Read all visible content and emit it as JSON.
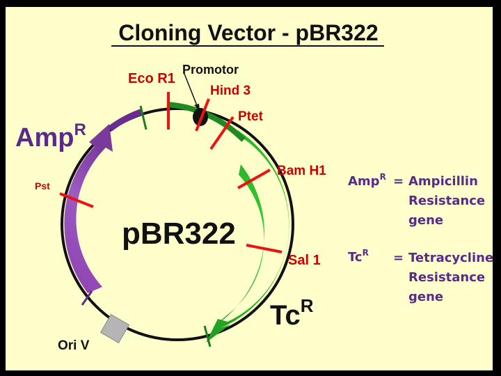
{
  "title": "Cloning Vector - pBR322",
  "plasmid_name": "pBR322",
  "sites": {
    "eco_r1": "Eco R1",
    "promotor": "Promotor",
    "hind_3": "Hind 3",
    "ptet": "Ptet",
    "bam_h1": "Bam H1",
    "sal_1": "Sal 1",
    "pst": "Pst",
    "ori_v": "Ori V"
  },
  "genes": {
    "amp": {
      "base": "Amp",
      "sup": "R",
      "color": "#7A3DAA"
    },
    "tc": {
      "base": "Tc",
      "sup": "R",
      "color": "#1F9A1F"
    }
  },
  "legend": {
    "amp_key_base": "Amp",
    "amp_key_sup": "R",
    "amp_eq": "=",
    "amp_line1": "Ampicillin",
    "amp_line2": "Resistance",
    "amp_line3": "gene",
    "tc_key_base": "Tc",
    "tc_key_sup": "R",
    "tc_eq": "=",
    "tc_line1": "Tetracycline",
    "tc_line2": "Resistance",
    "tc_line3": "gene"
  },
  "colors": {
    "background": "#FFFFCC",
    "label_red": "#CC0000",
    "site_line": "#EE1111",
    "legend_purple": "#5A2A8A"
  }
}
